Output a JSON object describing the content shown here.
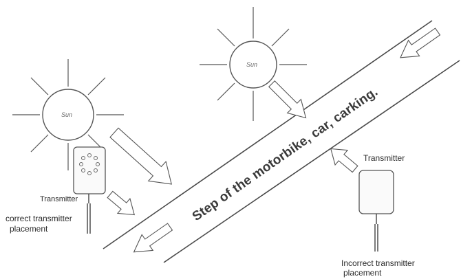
{
  "diagram": {
    "sun_left": {
      "label": "Sun"
    },
    "sun_right": {
      "label": "Sun"
    },
    "road_label": "Step of the motorbike, car, carking.",
    "correct": {
      "label": "Transmitter",
      "caption_line1": "correct transmitter",
      "caption_line2": "placement"
    },
    "incorrect": {
      "label": "Transmitter",
      "caption_line1": "Incorrect transmitter",
      "caption_line2": "placement"
    }
  },
  "colors": {
    "line": "#3a3a3a",
    "text": "#2a2a2a"
  }
}
